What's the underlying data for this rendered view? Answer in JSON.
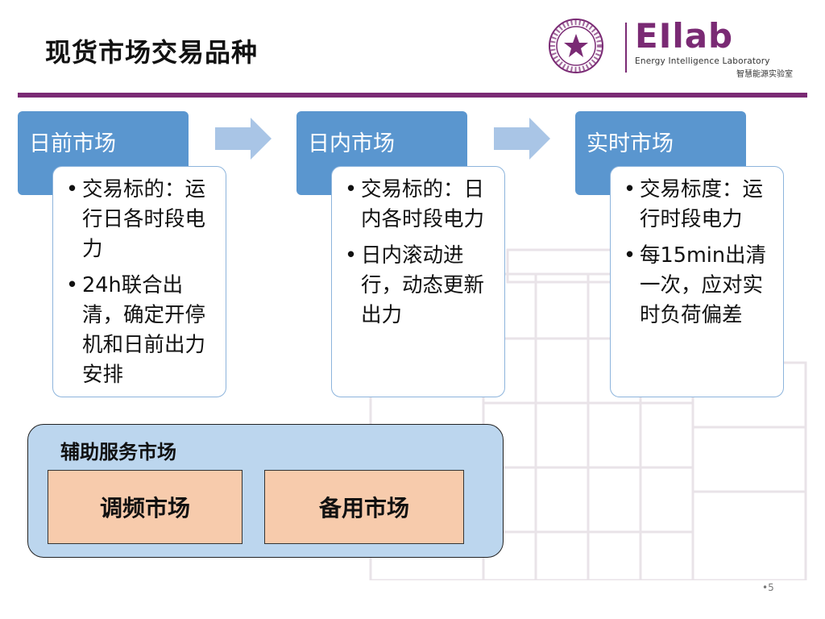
{
  "slide": {
    "title": "现货市场交易品种",
    "page_number": "•5"
  },
  "logo": {
    "name": "EIlab",
    "subtitle_en": "Energy Intelligence Laboratory",
    "subtitle_cn": "智慧能源实验室",
    "color": "#7a2a74"
  },
  "markets": [
    {
      "title": "日前市场",
      "bullets": [
        "交易标的：运行日各时段电力",
        "24h联合出清，确定开停机和日前出力安排"
      ]
    },
    {
      "title": "日内市场",
      "bullets": [
        "交易标的：日内各时段电力",
        "日内滚动进行，动态更新出力"
      ]
    },
    {
      "title": "实时市场",
      "bullets": [
        "交易标度：运行时段电力",
        "每15min出清一次，应对实时负荷偏差"
      ]
    }
  ],
  "auxiliary": {
    "title": "辅助服务市场",
    "items": [
      "调频市场",
      "备用市场"
    ]
  },
  "colors": {
    "header_blue": "#5a96cf",
    "card_border": "#8db4dc",
    "arrow": "#a9c5e6",
    "aux_panel": "#bcd6ee",
    "aux_box": "#f7cbac"
  },
  "icons": {
    "bullet": "•",
    "arrow": "right-arrow-icon",
    "seal": "university-seal-icon"
  }
}
